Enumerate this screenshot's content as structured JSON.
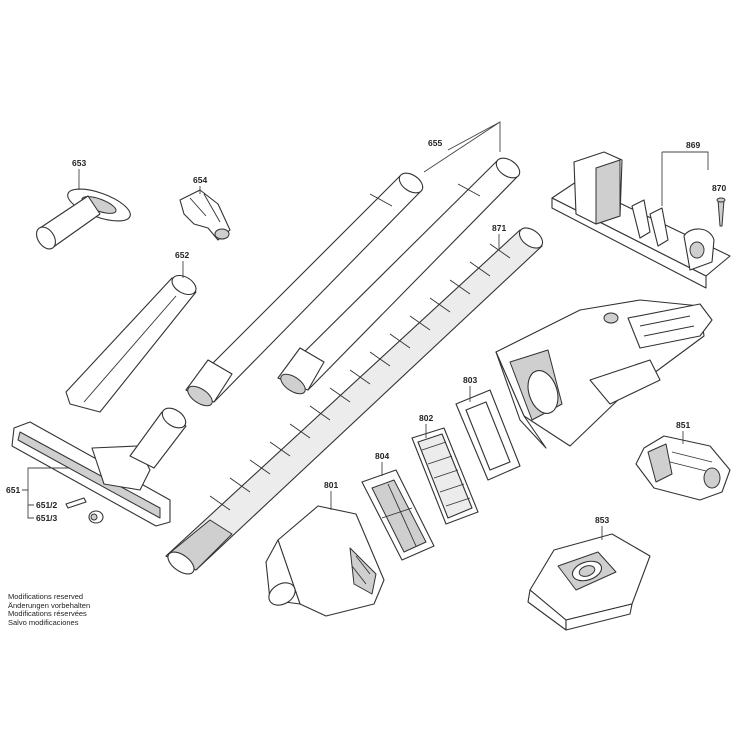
{
  "labels": {
    "p651": "651",
    "p651_2": "651/2",
    "p651_3": "651/3",
    "p652": "652",
    "p653": "653",
    "p654": "654",
    "p655": "655",
    "p801": "801",
    "p802": "802",
    "p803": "803",
    "p804": "804",
    "p851": "851",
    "p853": "853",
    "p869": "869",
    "p870": "870",
    "p871": "871"
  },
  "notes": [
    "Modifications reserved",
    "Änderungen vorbehalten",
    "Modifications réservées",
    "Salvo modificaciones"
  ],
  "colors": {
    "line": "#333333",
    "fill": "#ffffff",
    "shade": "#cfcfcf"
  }
}
